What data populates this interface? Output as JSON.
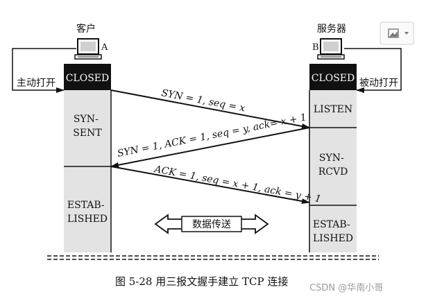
{
  "client": {
    "name": "客户",
    "host": "A",
    "initial_state": "CLOSED",
    "open_action": "主动打开",
    "states": [
      "SYN-\nSENT",
      "ESTAB-\nLISHED"
    ]
  },
  "server": {
    "name": "服务器",
    "host": "B",
    "initial_state": "CLOSED",
    "open_action": "被动打开",
    "states": [
      "LISTEN",
      "SYN-\nRCVD",
      "ESTAB-\nLISHED"
    ]
  },
  "messages": [
    {
      "label": "SYN = 1, seq = x",
      "direction": "A→B"
    },
    {
      "label": "SYN = 1, ACK = 1, seq = y, ack= x + 1",
      "direction": "B→A"
    },
    {
      "label": "ACK = 1, seq = x + 1, ack = y + 1",
      "direction": "A→B"
    }
  ],
  "data_transfer": "数据传送",
  "caption": "图 5-28 用三报文握手建立 TCP 连接",
  "watermark": "CSDN @华南小哥",
  "colors": {
    "box_fill": "#e3e3e3",
    "closed_fill": "#111111",
    "line": "#111111"
  }
}
